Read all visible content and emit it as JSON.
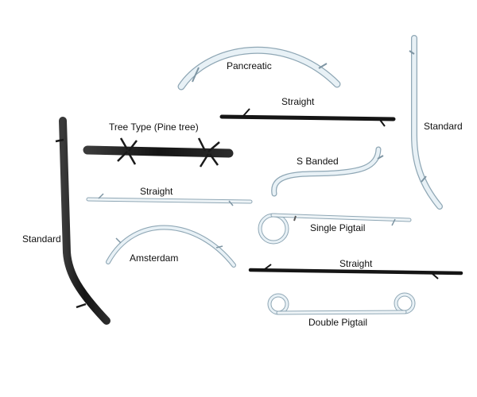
{
  "labels": {
    "pancreatic": "Pancreatic",
    "straight_top": "Straight",
    "standard_right": "Standard",
    "tree_type": "Tree Type (Pine tree)",
    "s_banded": "S Banded",
    "straight_middle": "Straight",
    "single_pigtail": "Single Pigtail",
    "standard_left": "Standard",
    "amsterdam": "Amsterdam",
    "straight_bottom": "Straight",
    "double_pigtail": "Double Pigtail"
  },
  "colors": {
    "background": "#ffffff",
    "light_stent": "#e6f0f5",
    "light_stent_outline": "#8fa7b5",
    "dark_stent": "#1f1f1f",
    "label_text": "#111111"
  }
}
